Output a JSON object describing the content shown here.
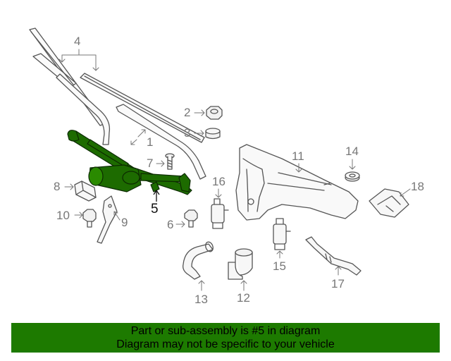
{
  "callouts": {
    "c1": "1",
    "c2": "2",
    "c3": "3",
    "c4": "4",
    "c5": "5",
    "c6": "6",
    "c7": "7",
    "c8": "8",
    "c9": "9",
    "c10": "10",
    "c11": "11",
    "c12": "12",
    "c13": "13",
    "c14": "14",
    "c15": "15",
    "c16": "16",
    "c17": "17",
    "c18": "18"
  },
  "highlight_part": "5",
  "banner": {
    "line1": "Part or sub-assembly is #5 in diagram",
    "line2": "Diagram may not be specific to your vehicle"
  },
  "colors": {
    "banner": "#1d7a00",
    "highlight": "#1d6b00",
    "line": "#555555",
    "callout": "#777777"
  }
}
